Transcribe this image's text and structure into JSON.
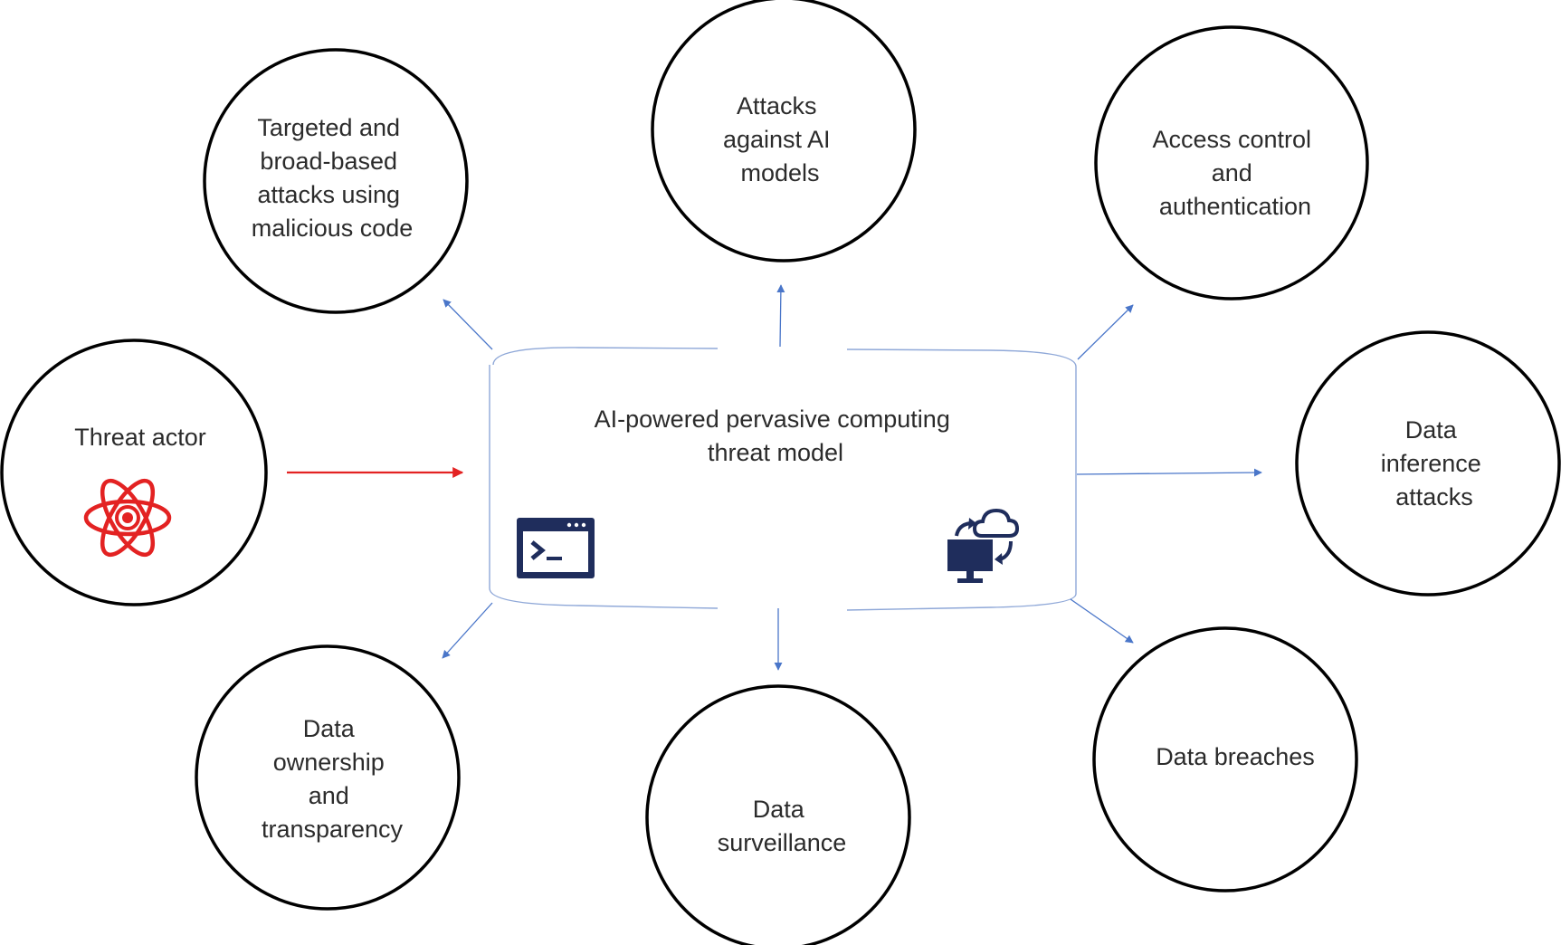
{
  "center": {
    "title_lines": [
      "AI-powered pervasive computing",
      "threat model"
    ],
    "icons": [
      "terminal-window-icon",
      "cloud-sync-computer-icon"
    ]
  },
  "source": {
    "label": "Threat actor",
    "icon": "atom-icon",
    "color": "#e32222"
  },
  "threats": [
    {
      "id": "malicious-code",
      "lines": [
        "Targeted and",
        "broad-based",
        "attacks using",
        "malicious code"
      ]
    },
    {
      "id": "ai-model-attacks",
      "lines": [
        "Attacks",
        "against AI",
        "models"
      ]
    },
    {
      "id": "access-control",
      "lines": [
        "Access control",
        "and",
        "authentication"
      ]
    },
    {
      "id": "data-inference",
      "lines": [
        "Data",
        "inference",
        "attacks"
      ]
    },
    {
      "id": "data-breaches",
      "lines": [
        "Data breaches"
      ]
    },
    {
      "id": "data-surveillance",
      "lines": [
        "Data",
        "surveillance"
      ]
    },
    {
      "id": "data-ownership",
      "lines": [
        "Data",
        "ownership",
        "and",
        "transparency"
      ]
    }
  ],
  "colors": {
    "arrow": "#4a76c9",
    "threat_arrow": "#e32222",
    "icon": "#1f2d5c",
    "circle_border": "#000000"
  }
}
